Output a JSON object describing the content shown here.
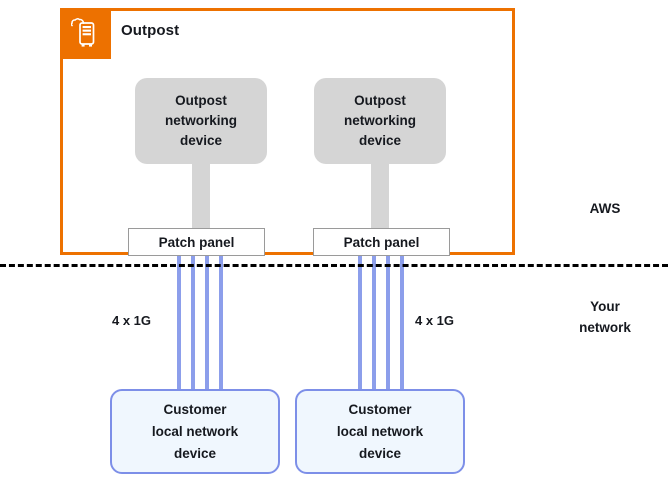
{
  "diagram": {
    "outpost": {
      "title": "Outpost",
      "icon": "outpost-rack-icon",
      "border_color": "#ED7100",
      "badge_color": "#ED7100"
    },
    "zones": [
      {
        "label": "AWS"
      },
      {
        "label_line1": "Your",
        "label_line2": "network"
      }
    ],
    "branches": [
      {
        "networking_device": {
          "line1": "Outpost",
          "line2": "networking",
          "line3": "device",
          "fill": "#D5D5D5"
        },
        "patch_panel": {
          "label": "Patch panel"
        },
        "link": {
          "label": "4 x 1G",
          "count": 4,
          "cable_color": "#8C9EEB"
        },
        "customer_device": {
          "line1": "Customer",
          "line2": "local network",
          "line3": "device",
          "fill": "#F0F7FE",
          "border": "#7D8FE8"
        }
      },
      {
        "networking_device": {
          "line1": "Outpost",
          "line2": "networking",
          "line3": "device",
          "fill": "#D5D5D5"
        },
        "patch_panel": {
          "label": "Patch panel"
        },
        "link": {
          "label": "4 x 1G",
          "count": 4,
          "cable_color": "#8C9EEB"
        },
        "customer_device": {
          "line1": "Customer",
          "line2": "local network",
          "line3": "device",
          "fill": "#F0F7FE",
          "border": "#7D8FE8"
        }
      }
    ]
  }
}
